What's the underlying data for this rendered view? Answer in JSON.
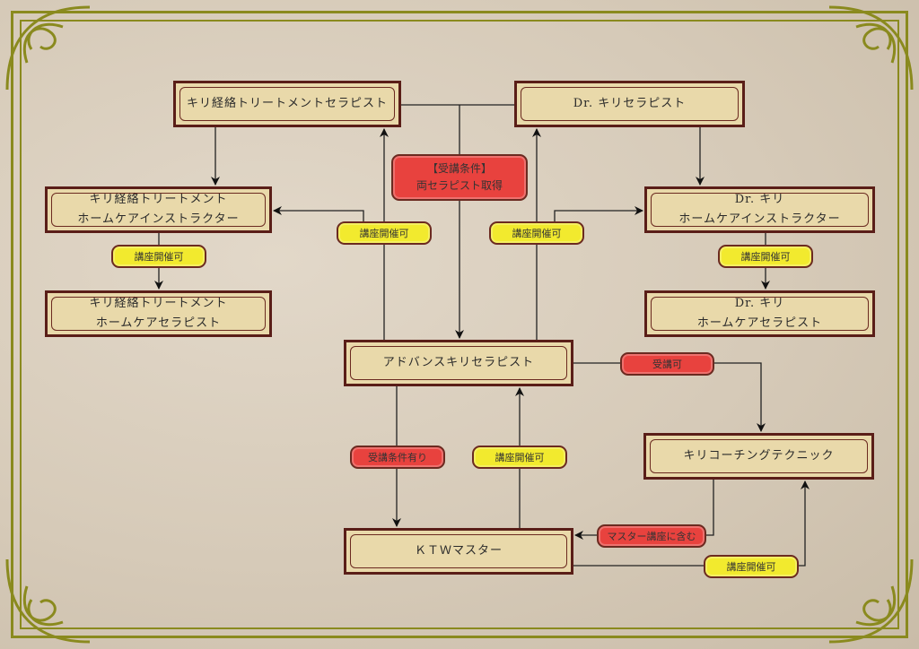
{
  "nodes": {
    "kiri_keiraku_therapist": "キリ経絡トリートメントセラピスト",
    "dr_kiri_therapist": "Dr. キリセラピスト",
    "keiraku_instructor": [
      "キリ経絡トリートメント",
      "ホームケアインストラクター"
    ],
    "dr_instructor": [
      "Dr. キリ",
      "ホームケアインストラクター"
    ],
    "keiraku_homecare": [
      "キリ経絡トリートメント",
      "ホームケアセラピスト"
    ],
    "dr_homecare": [
      "Dr. キリ",
      "ホームケアセラピスト"
    ],
    "advance": "アドバンスキリセラピスト",
    "coaching": "キリコーチングテクニック",
    "ktw_master": "ＫＴＷマスター"
  },
  "badges": {
    "condition": [
      "【受講条件】",
      "両セラピスト取得"
    ],
    "course_ok": "講座開催可",
    "attend_ok": "受講可",
    "has_condition": "受講条件有り",
    "included_master": "マスター講座に含む"
  },
  "colors": {
    "frame": "#8a8a1e",
    "box": "#e9d9aa",
    "border": "#5a1e18",
    "yellow": "#f2ea2e",
    "red": "#e8423e"
  }
}
